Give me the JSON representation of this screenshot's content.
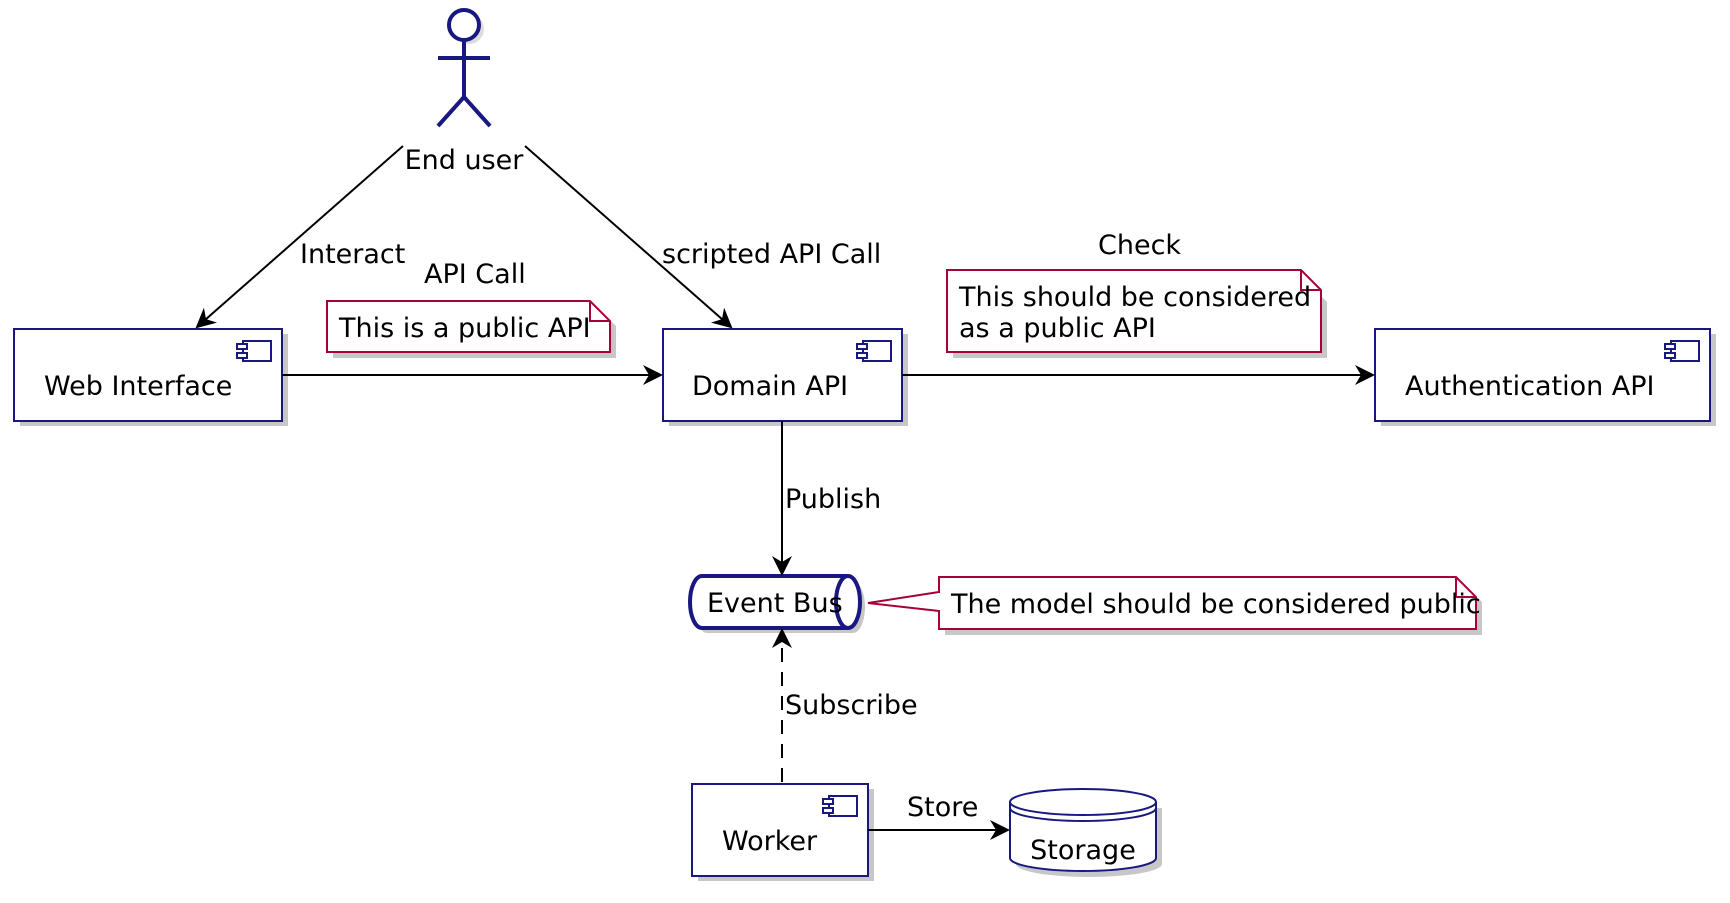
{
  "actor": {
    "label": "End user",
    "icon": "actor-stick-figure-icon"
  },
  "components": {
    "web_interface": "Web Interface",
    "domain_api": "Domain API",
    "auth_api": "Authentication API",
    "worker": "Worker"
  },
  "queue": {
    "label": "Event Bus"
  },
  "database": {
    "label": "Storage"
  },
  "edges": {
    "interact": "Interact",
    "scripted_api_call": "scripted API Call",
    "api_call": "API Call",
    "check": "Check",
    "publish": "Publish",
    "subscribe": "Subscribe",
    "store": "Store"
  },
  "notes": {
    "public_api": "This is a public API",
    "considered_line1": "This should be considered",
    "considered_line2": "as a public API",
    "model_public": "The model should be considered public"
  },
  "colors": {
    "node_border": "#181880",
    "note_border": "#a80036",
    "edge": "#000000",
    "shadow": "#c7c7c7",
    "background": "#ffffff"
  }
}
